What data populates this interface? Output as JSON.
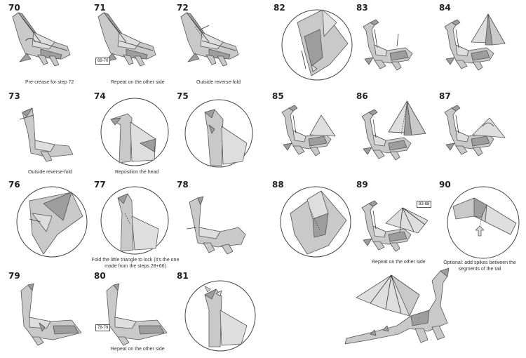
{
  "steps": {
    "s70": {
      "number": "70",
      "caption": "Pre-crease for step 72"
    },
    "s71": {
      "number": "71",
      "caption": "Repeat on the other side",
      "ref": "69-70"
    },
    "s72": {
      "number": "72",
      "caption": "Outside reverse-fold"
    },
    "s73": {
      "number": "73",
      "caption": "Outside reverse-fold"
    },
    "s74": {
      "number": "74",
      "caption": "Reposition the head"
    },
    "s75": {
      "number": "75",
      "caption": ""
    },
    "s76": {
      "number": "76",
      "caption": ""
    },
    "s77": {
      "number": "77",
      "caption": "Fold the little triangle to lock (it's the one made from the steps 28+66)"
    },
    "s78": {
      "number": "78",
      "caption": ""
    },
    "s79": {
      "number": "79",
      "caption": ""
    },
    "s80": {
      "number": "80",
      "caption": "Repeat on the other side",
      "ref": "78-79"
    },
    "s81": {
      "number": "81",
      "caption": ""
    },
    "s82": {
      "number": "82",
      "caption": ""
    },
    "s83": {
      "number": "83",
      "caption": ""
    },
    "s84": {
      "number": "84",
      "caption": ""
    },
    "s85": {
      "number": "85",
      "caption": ""
    },
    "s86": {
      "number": "86",
      "caption": ""
    },
    "s87": {
      "number": "87",
      "caption": ""
    },
    "s88": {
      "number": "88",
      "caption": ""
    },
    "s89": {
      "number": "89",
      "caption": "Repeat on the other side",
      "ref": "83-88"
    },
    "s90": {
      "number": "90",
      "caption": "Optional: add spikes between the segments of the tail"
    }
  }
}
